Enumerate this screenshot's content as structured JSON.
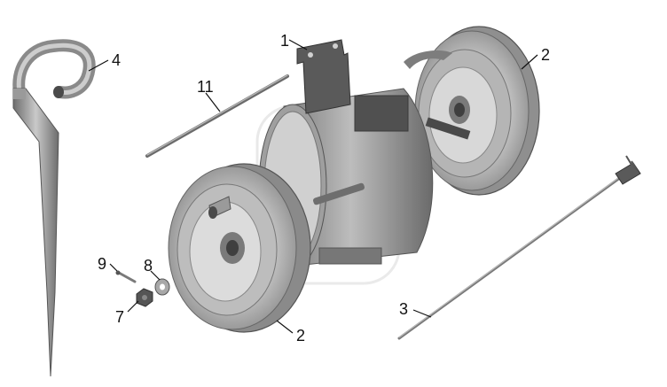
{
  "colors": {
    "background": "#ffffff",
    "part_light": "#cfcfcf",
    "part_mid": "#9c9c9c",
    "part_dark": "#5e5e5e",
    "part_darker": "#3c3c3c",
    "label": "#111111"
  },
  "callouts": {
    "bracket": "1",
    "wheel_right": "2",
    "wheel_left": "2",
    "cable": "3",
    "crank_handle": "4",
    "nut": "7",
    "washer": "8",
    "bolt": "9",
    "axle_rod": "11"
  }
}
